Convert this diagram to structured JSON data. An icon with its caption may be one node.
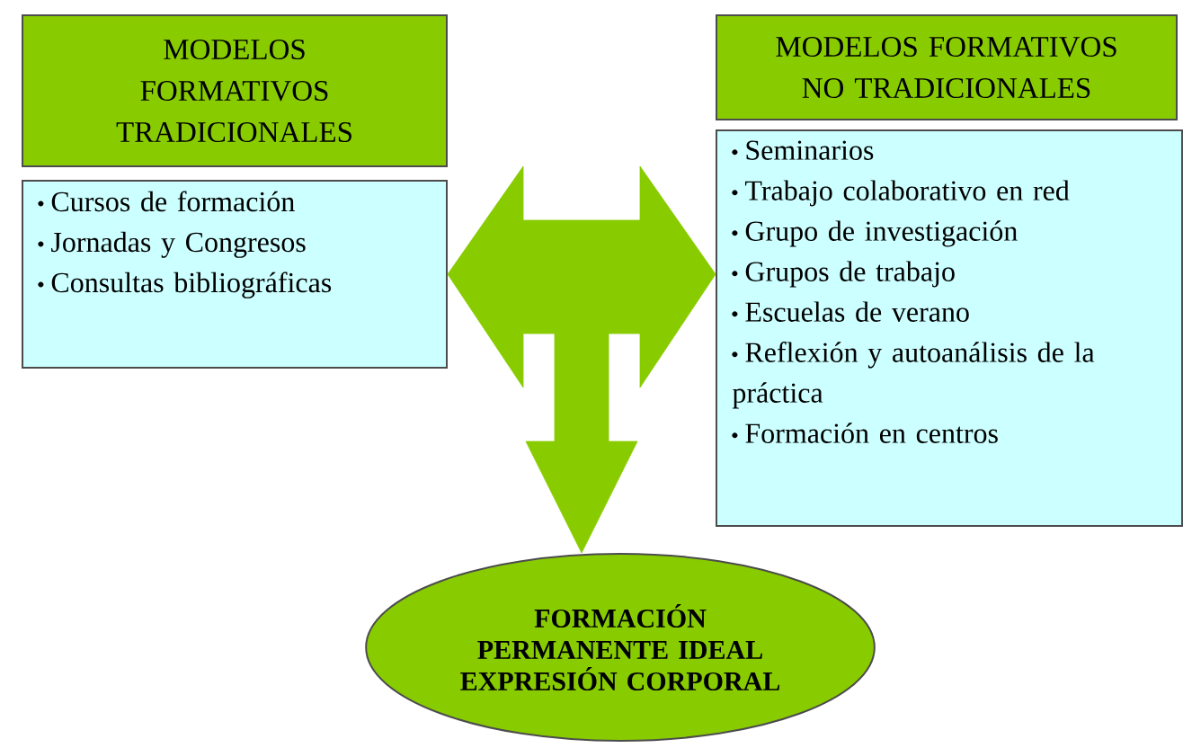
{
  "diagram": {
    "nodes": [
      {
        "text": [
          "MODELOS FORMATIVOS TRADICIONALES"
        ]
      },
      {
        "text": [
          "Cursos de formación",
          "Jornadas y Congresos",
          "Consultas bibliográficas"
        ]
      },
      {
        "text": [
          "MODELOS FORMATIVOS NO TRADICIONALES"
        ]
      },
      {
        "text": [
          "Seminarios",
          "Trabajo colaborativo en red",
          "Grupo de investigación",
          "Grupos de trabajo",
          "Escuelas de verano",
          "Reflexión y autoanálisis de la práctica",
          "Formación en centros"
        ]
      },
      {
        "text": [
          "FORMACIÓN PERMANENTE IDEAL EXPRESIÓN CORPORAL"
        ]
      }
    ],
    "edges": [
      {
        "from": 1,
        "to": 3,
        "arrow": "both"
      },
      {
        "from": 1,
        "to": 4,
        "arrow": "to"
      },
      {
        "from": 3,
        "to": 4,
        "arrow": "to"
      }
    ]
  }
}
